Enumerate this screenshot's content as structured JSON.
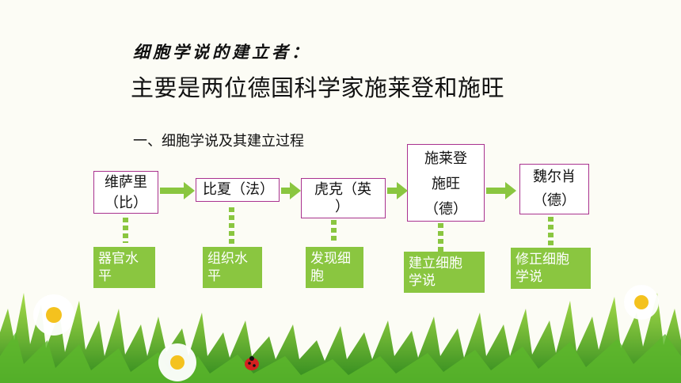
{
  "heading": "细胞学说的建立者：",
  "main_statement": "主要是两位德国科学家施莱登和施旺",
  "section_title": "一、细胞学说及其建立过程",
  "scientists": [
    {
      "name": "维萨里",
      "country": "（比）"
    },
    {
      "name": "比夏（法）"
    },
    {
      "name": "虎克（英",
      "country": "）"
    },
    {
      "name": "施莱登",
      "name2": "施旺",
      "country": "（德）"
    },
    {
      "name": "魏尔肖",
      "country": "（德）"
    }
  ],
  "contributions": [
    {
      "line1": "器官水",
      "line2": "平"
    },
    {
      "line1": "组织水",
      "line2": "平"
    },
    {
      "line1": "发现细",
      "line2": "胞"
    },
    {
      "line1": "建立细胞",
      "line2": "学说"
    },
    {
      "line1": "修正细胞",
      "line2": "学说"
    }
  ],
  "colors": {
    "accent_green": "#8ac640",
    "box_border": "#a9328f"
  },
  "decoration": "grass-flowers-ladybug"
}
